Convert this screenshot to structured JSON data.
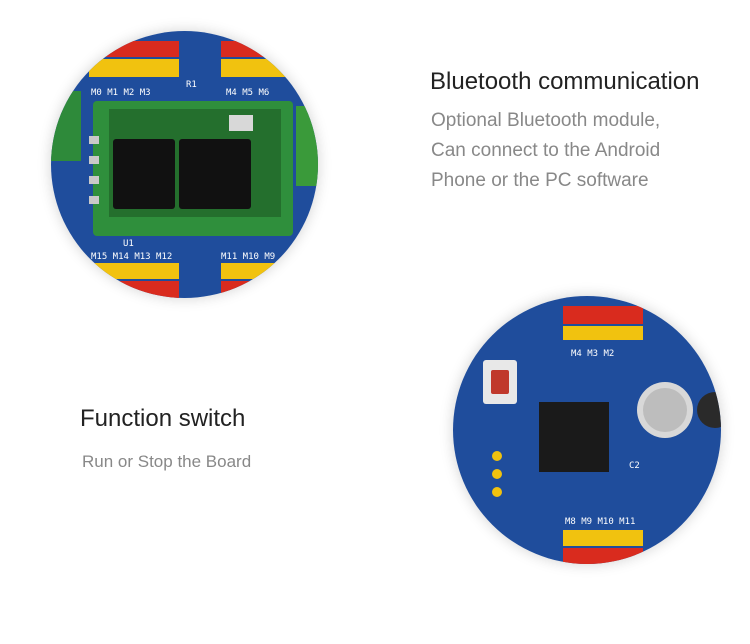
{
  "bluetooth": {
    "title": "Bluetooth communication",
    "lines": [
      "Optional Bluetooth module,",
      "Can connect to the Android",
      "Phone or the PC software"
    ]
  },
  "function_switch": {
    "title": "Function switch",
    "description": "Run or Stop the Board"
  },
  "colors": {
    "heading": "#222222",
    "body_text": "#888888",
    "pcb_blue": "#1f4d9c",
    "header_red": "#d92b1e",
    "header_yellow": "#f1c20f"
  }
}
